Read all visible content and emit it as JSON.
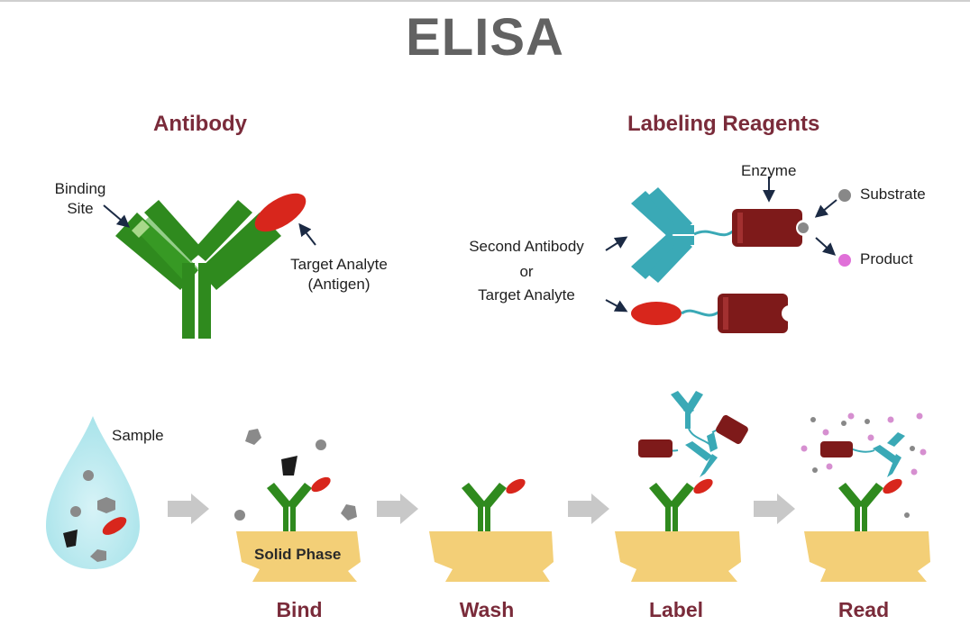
{
  "title": "ELISA",
  "sections": {
    "antibody": "Antibody",
    "labeling_reagents": "Labeling Reagents"
  },
  "labels": {
    "binding_site_line1": "Binding",
    "binding_site_line2": "Site",
    "target_analyte_line1": "Target Analyte",
    "target_analyte_line2": "(Antigen)",
    "enzyme": "Enzyme",
    "substrate": "Substrate",
    "product": "Product",
    "second_antibody": "Second Antibody",
    "or": "or",
    "target_analyte": "Target Analyte",
    "sample": "Sample",
    "solid_phase": "Solid Phase"
  },
  "steps": [
    "Bind",
    "Wash",
    "Label",
    "Read"
  ],
  "colors": {
    "antibody_green": "#2f8a1e",
    "antigen_red": "#d8261c",
    "enzyme_darkred": "#7e1a1a",
    "second_antibody_teal": "#3aa9b6",
    "substrate_gray": "#888888",
    "product_pink": "#e070d8",
    "solid_phase_yellow": "#f3cf77",
    "arrow_gray": "#c8c8c8",
    "section_maroon": "#7a2b3a"
  }
}
